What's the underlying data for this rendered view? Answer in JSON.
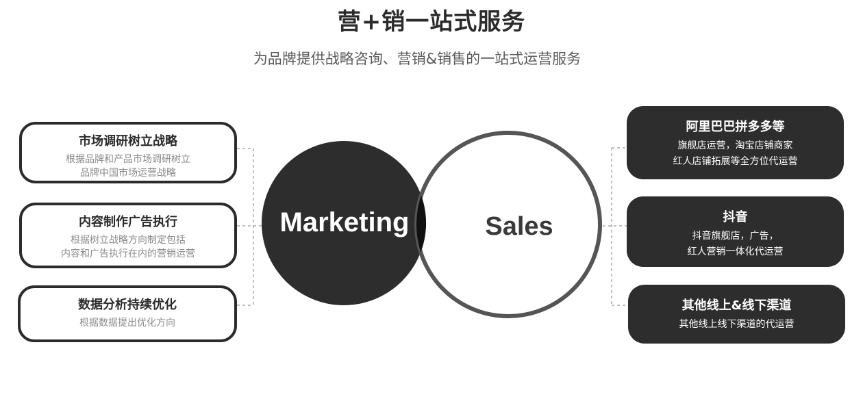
{
  "header": {
    "title": "营+销一站式服务",
    "subtitle": "为品牌提供战略咨询、营销&销售的一站式运营服务"
  },
  "venn": {
    "left_label": "Marketing",
    "plus": "+",
    "right_label": "Sales"
  },
  "left_boxes": [
    {
      "title": "市场调研树立战略",
      "lines": [
        "根据品牌和产品市场调研树立",
        "品牌中国市场运营战略"
      ]
    },
    {
      "title": "内容制作广告执行",
      "lines": [
        "根据树立战略方向制定包括",
        "内容和广告执行在内的营销运营"
      ]
    },
    {
      "title": "数据分析持续优化",
      "lines": [
        "根据数据提出优化方向"
      ]
    }
  ],
  "right_boxes": [
    {
      "title": "阿里巴巴拼多多等",
      "lines": [
        "旗舰店运营，淘宝店铺商家",
        "红人店铺拓展等全方位代运营"
      ]
    },
    {
      "title": "抖音",
      "lines": [
        "抖音旗舰店，广告，",
        "红人营销一体化代运营"
      ]
    },
    {
      "title": "其他线上&线下渠道",
      "lines": [
        "其他线上线下渠道的代运营"
      ]
    }
  ],
  "colors": {
    "dark": "#2d2d2d",
    "text_gray": "#8a8a8a",
    "dash": "#aaaaaa"
  }
}
